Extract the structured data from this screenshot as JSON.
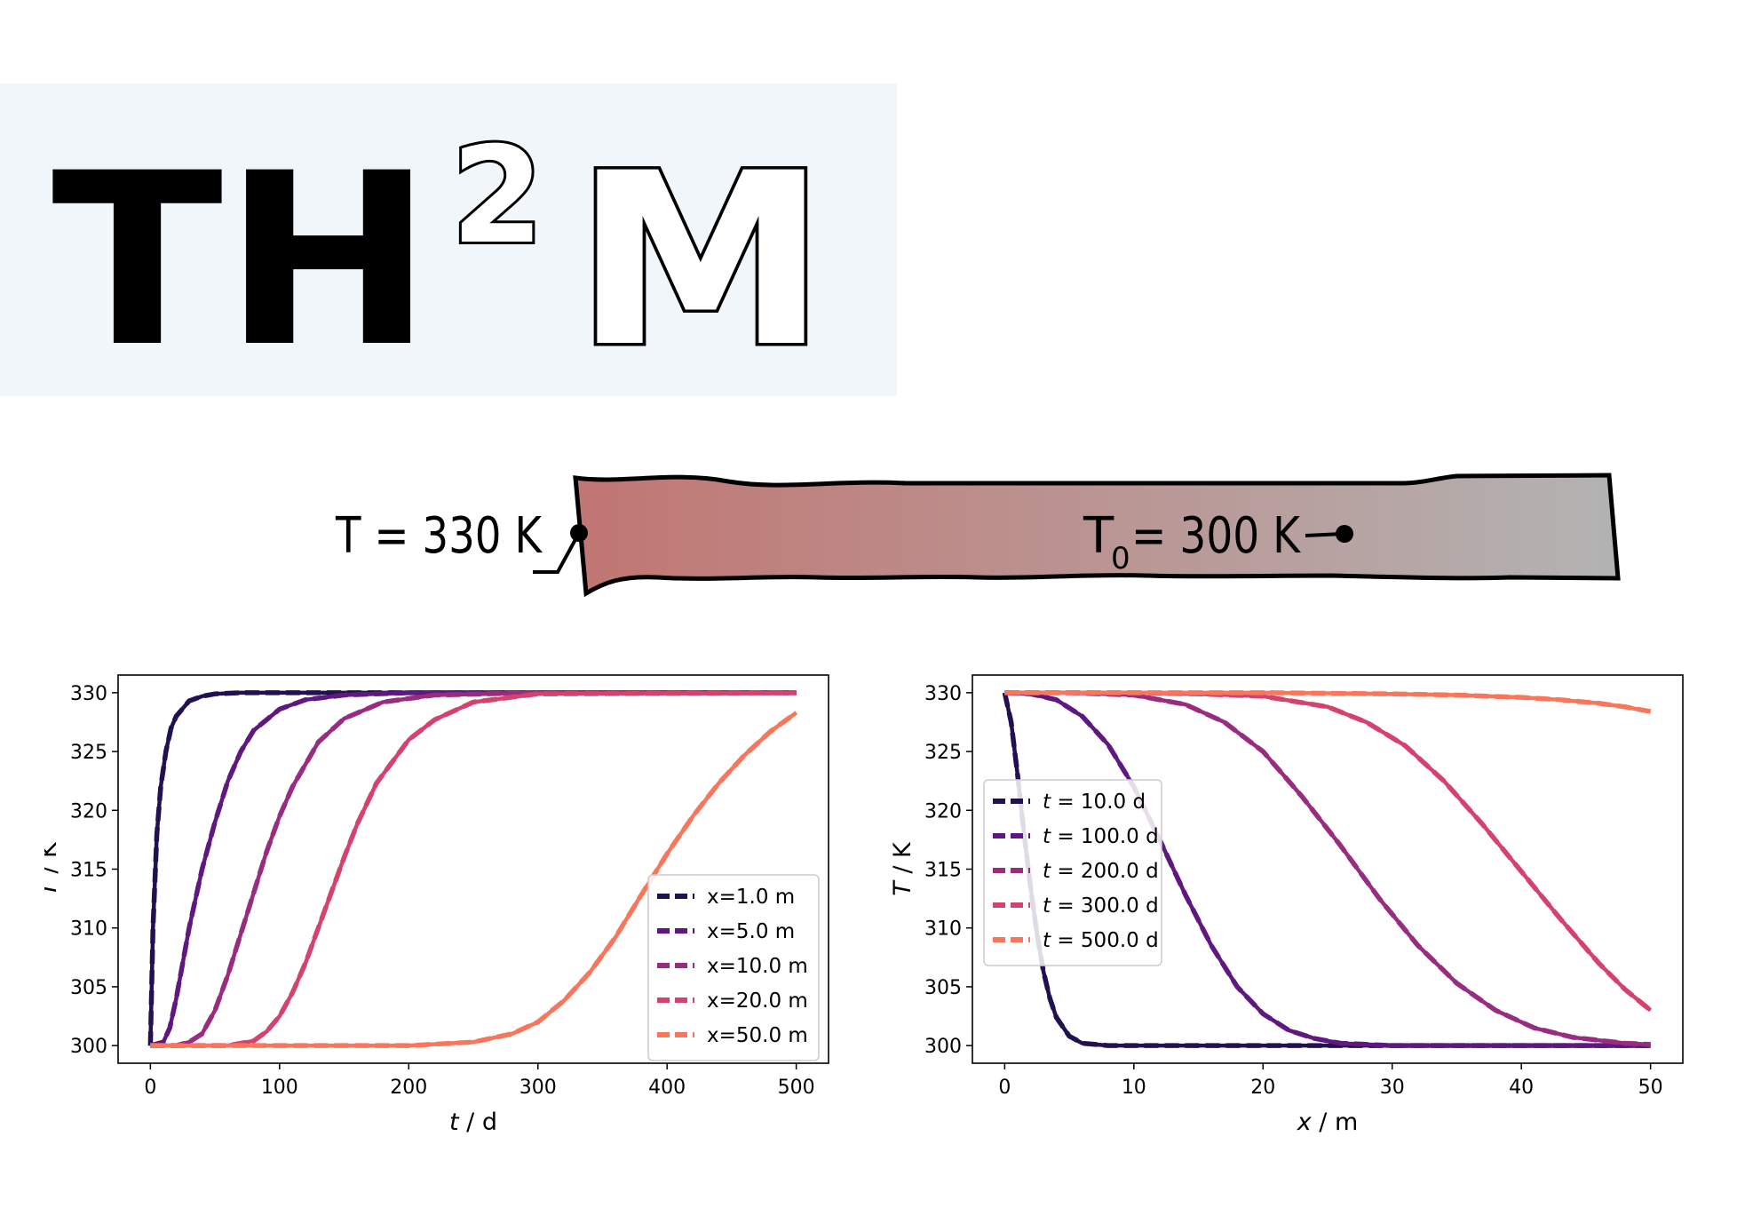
{
  "logo": {
    "text_a": "TH",
    "text_sup": "2",
    "text_b": "M"
  },
  "schematic": {
    "left_condition": "T =  330 K",
    "right_condition_symbol": "T",
    "right_condition_subscript": "0",
    "right_condition_value": " =  300 K",
    "gradient_colors": [
      "#c17672",
      "#b3b3b3"
    ]
  },
  "chart_data": [
    {
      "type": "line",
      "xlabel_var": "t",
      "xlabel_unit": " / d",
      "ylabel_var": "T",
      "ylabel_unit": " / K",
      "xlim": [
        -25,
        525
      ],
      "ylim": [
        298.5,
        331.5
      ],
      "xticks": [
        0,
        100,
        200,
        300,
        400,
        500
      ],
      "yticks": [
        300,
        305,
        310,
        315,
        320,
        325,
        330
      ],
      "legend_position": "lower-right",
      "series": [
        {
          "name": "x=1.0 m",
          "color": "#221150",
          "x": [
            0,
            2,
            5,
            8,
            12,
            16,
            20,
            30,
            40,
            50,
            70,
            100,
            150,
            200,
            300,
            500
          ],
          "y": [
            300,
            310,
            318,
            322,
            325,
            327,
            328,
            329.3,
            329.7,
            329.9,
            330,
            330,
            330,
            330,
            330,
            330
          ]
        },
        {
          "name": "x=5.0 m",
          "color": "#5f187f",
          "x": [
            0,
            10,
            15,
            20,
            25,
            30,
            40,
            50,
            60,
            70,
            80,
            100,
            120,
            150,
            200,
            300,
            500
          ],
          "y": [
            300,
            300.3,
            301.5,
            304,
            307,
            310,
            315,
            319,
            322.5,
            325,
            326.8,
            328.6,
            329.4,
            329.8,
            330,
            330,
            330
          ]
        },
        {
          "name": "x=10.0 m",
          "color": "#982d80",
          "x": [
            0,
            20,
            30,
            40,
            50,
            60,
            70,
            80,
            90,
            100,
            110,
            130,
            150,
            180,
            220,
            300,
            500
          ],
          "y": [
            300,
            300,
            300.3,
            301,
            303,
            306,
            309.5,
            313,
            316.5,
            319.5,
            322,
            325.8,
            327.8,
            329.2,
            329.8,
            330,
            330
          ]
        },
        {
          "name": "x=20.0 m",
          "color": "#d3436e",
          "x": [
            0,
            60,
            80,
            90,
            100,
            110,
            120,
            130,
            140,
            150,
            160,
            175,
            200,
            220,
            250,
            300,
            500
          ],
          "y": [
            300,
            300,
            300.4,
            301.2,
            302.5,
            304.5,
            307,
            310,
            313,
            316,
            318.8,
            322.3,
            326,
            327.7,
            329.2,
            329.9,
            330
          ]
        },
        {
          "name": "x=50.0 m",
          "color": "#f8765c",
          "x": [
            0,
            200,
            250,
            280,
            300,
            320,
            340,
            360,
            380,
            400,
            420,
            440,
            460,
            480,
            500
          ],
          "y": [
            300,
            300,
            300.3,
            301,
            302,
            303.8,
            306.2,
            309.2,
            312.8,
            316.3,
            319.5,
            322.3,
            324.7,
            326.7,
            328.3
          ]
        }
      ]
    },
    {
      "type": "line",
      "xlabel_var": "x",
      "xlabel_unit": " / m",
      "ylabel_var": "T",
      "ylabel_unit": " / K",
      "xlim": [
        -2.5,
        52.5
      ],
      "ylim": [
        298.5,
        331.5
      ],
      "xticks": [
        0,
        10,
        20,
        30,
        40,
        50
      ],
      "yticks": [
        300,
        305,
        310,
        315,
        320,
        325,
        330
      ],
      "legend_position": "upper-left",
      "series": [
        {
          "name_var": "t",
          "name_val": " = 10.0 d",
          "color": "#221150",
          "x": [
            0,
            0.5,
            1,
            1.5,
            2,
            2.5,
            3,
            3.5,
            4,
            5,
            6,
            8,
            10,
            20,
            50
          ],
          "y": [
            330,
            327.5,
            323,
            318,
            313.5,
            309.5,
            306.3,
            304,
            302.4,
            300.8,
            300.2,
            300,
            300,
            300,
            300
          ]
        },
        {
          "name_var": "t",
          "name_val": " = 100.0 d",
          "color": "#5f187f",
          "x": [
            0,
            2,
            4,
            6,
            8,
            10,
            12,
            14,
            16,
            18,
            20,
            22,
            24,
            26,
            30,
            50
          ],
          "y": [
            330,
            329.9,
            329.4,
            328,
            325.6,
            322,
            317.5,
            312.8,
            308.5,
            305,
            302.7,
            301.3,
            300.6,
            300.2,
            300,
            300
          ]
        },
        {
          "name_var": "t",
          "name_val": " = 200.0 d",
          "color": "#982d80",
          "x": [
            0,
            5,
            10,
            14,
            17,
            20,
            23,
            26,
            29,
            32,
            35,
            38,
            41,
            44,
            48,
            50
          ],
          "y": [
            330,
            330,
            329.8,
            329,
            327.5,
            325,
            321.2,
            317,
            312.5,
            308.5,
            305.3,
            303,
            301.5,
            300.7,
            300.2,
            300.1
          ]
        },
        {
          "name_var": "t",
          "name_val": " = 300.0 d",
          "color": "#d3436e",
          "x": [
            0,
            10,
            15,
            20,
            25,
            28,
            31,
            34,
            37,
            40,
            43,
            46,
            48,
            50
          ],
          "y": [
            330,
            330,
            329.9,
            329.7,
            328.8,
            327.5,
            325.5,
            322.5,
            318.8,
            314.8,
            310.8,
            307,
            304.8,
            303
          ]
        },
        {
          "name_var": "t",
          "name_val": " = 500.0 d",
          "color": "#f8765c",
          "x": [
            0,
            10,
            20,
            30,
            35,
            40,
            43,
            46,
            48,
            50
          ],
          "y": [
            330,
            330,
            330,
            329.9,
            329.8,
            329.6,
            329.4,
            329.1,
            328.8,
            328.4
          ]
        }
      ]
    }
  ]
}
